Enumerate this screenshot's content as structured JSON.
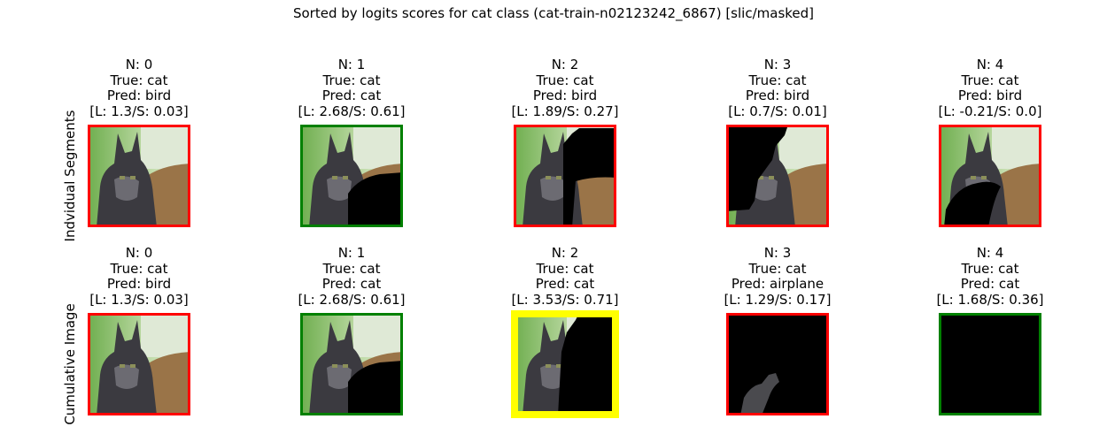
{
  "figure": {
    "title": "Sorted by logits scores for cat class (cat-train-n02123242_6867) [slic/masked]"
  },
  "rows": [
    {
      "label": "Indvidual Segments",
      "panels": [
        {
          "n": "N: 0",
          "true": "True: cat",
          "pred": "Pred: bird",
          "scores": "[L: 1.3/S: 0.03]",
          "border_color": "#ff0000",
          "mask": "none"
        },
        {
          "n": "N: 1",
          "true": "True: cat",
          "pred": "Pred: cat",
          "scores": "[L: 2.68/S: 0.61]",
          "border_color": "#008000",
          "mask": "bottom-right"
        },
        {
          "n": "N: 2",
          "true": "True: cat",
          "pred": "Pred: bird",
          "scores": "[L: 1.89/S: 0.27]",
          "border_color": "#ff0000",
          "mask": "top-right"
        },
        {
          "n": "N: 3",
          "true": "True: cat",
          "pred": "Pred: bird",
          "scores": "[L: 0.7/S: 0.01]",
          "border_color": "#ff0000",
          "mask": "left"
        },
        {
          "n": "N: 4",
          "true": "True: cat",
          "pred": "Pred: bird",
          "scores": "[L: -0.21/S: 0.0]",
          "border_color": "#ff0000",
          "mask": "center"
        }
      ]
    },
    {
      "label": "Cumulative Image",
      "panels": [
        {
          "n": "N: 0",
          "true": "True: cat",
          "pred": "Pred: bird",
          "scores": "[L: 1.3/S: 0.03]",
          "border_color": "#ff0000",
          "mask": "none"
        },
        {
          "n": "N: 1",
          "true": "True: cat",
          "pred": "Pred: cat",
          "scores": "[L: 2.68/S: 0.61]",
          "border_color": "#008000",
          "mask": "bottom-right"
        },
        {
          "n": "N: 2",
          "true": "True: cat",
          "pred": "Pred: cat",
          "scores": "[L: 3.53/S: 0.71]",
          "border_color": "#ffff00",
          "mask": "right-half"
        },
        {
          "n": "N: 3",
          "true": "True: cat",
          "pred": "Pred: airplane",
          "scores": "[L: 1.29/S: 0.17]",
          "border_color": "#ff0000",
          "mask": "nearly-all"
        },
        {
          "n": "N: 4",
          "true": "True: cat",
          "pred": "Pred: cat",
          "scores": "[L: 1.68/S: 0.36]",
          "border_color": "#008000",
          "mask": "all"
        }
      ]
    }
  ],
  "chart_data": {
    "type": "table",
    "title": "Sorted by logits scores for cat class (cat-train-n02123242_6867) [slic/masked]",
    "columns": [
      "N",
      "True",
      "Pred",
      "L",
      "S"
    ],
    "series": [
      {
        "name": "Indvidual Segments",
        "rows": [
          [
            0,
            "cat",
            "bird",
            1.3,
            0.03
          ],
          [
            1,
            "cat",
            "cat",
            2.68,
            0.61
          ],
          [
            2,
            "cat",
            "bird",
            1.89,
            0.27
          ],
          [
            3,
            "cat",
            "bird",
            0.7,
            0.01
          ],
          [
            4,
            "cat",
            "bird",
            -0.21,
            0.0
          ]
        ]
      },
      {
        "name": "Cumulative Image",
        "rows": [
          [
            0,
            "cat",
            "bird",
            1.3,
            0.03
          ],
          [
            1,
            "cat",
            "cat",
            2.68,
            0.61
          ],
          [
            2,
            "cat",
            "cat",
            3.53,
            0.71
          ],
          [
            3,
            "cat",
            "airplane",
            1.29,
            0.17
          ],
          [
            4,
            "cat",
            "cat",
            1.68,
            0.36
          ]
        ]
      }
    ]
  }
}
